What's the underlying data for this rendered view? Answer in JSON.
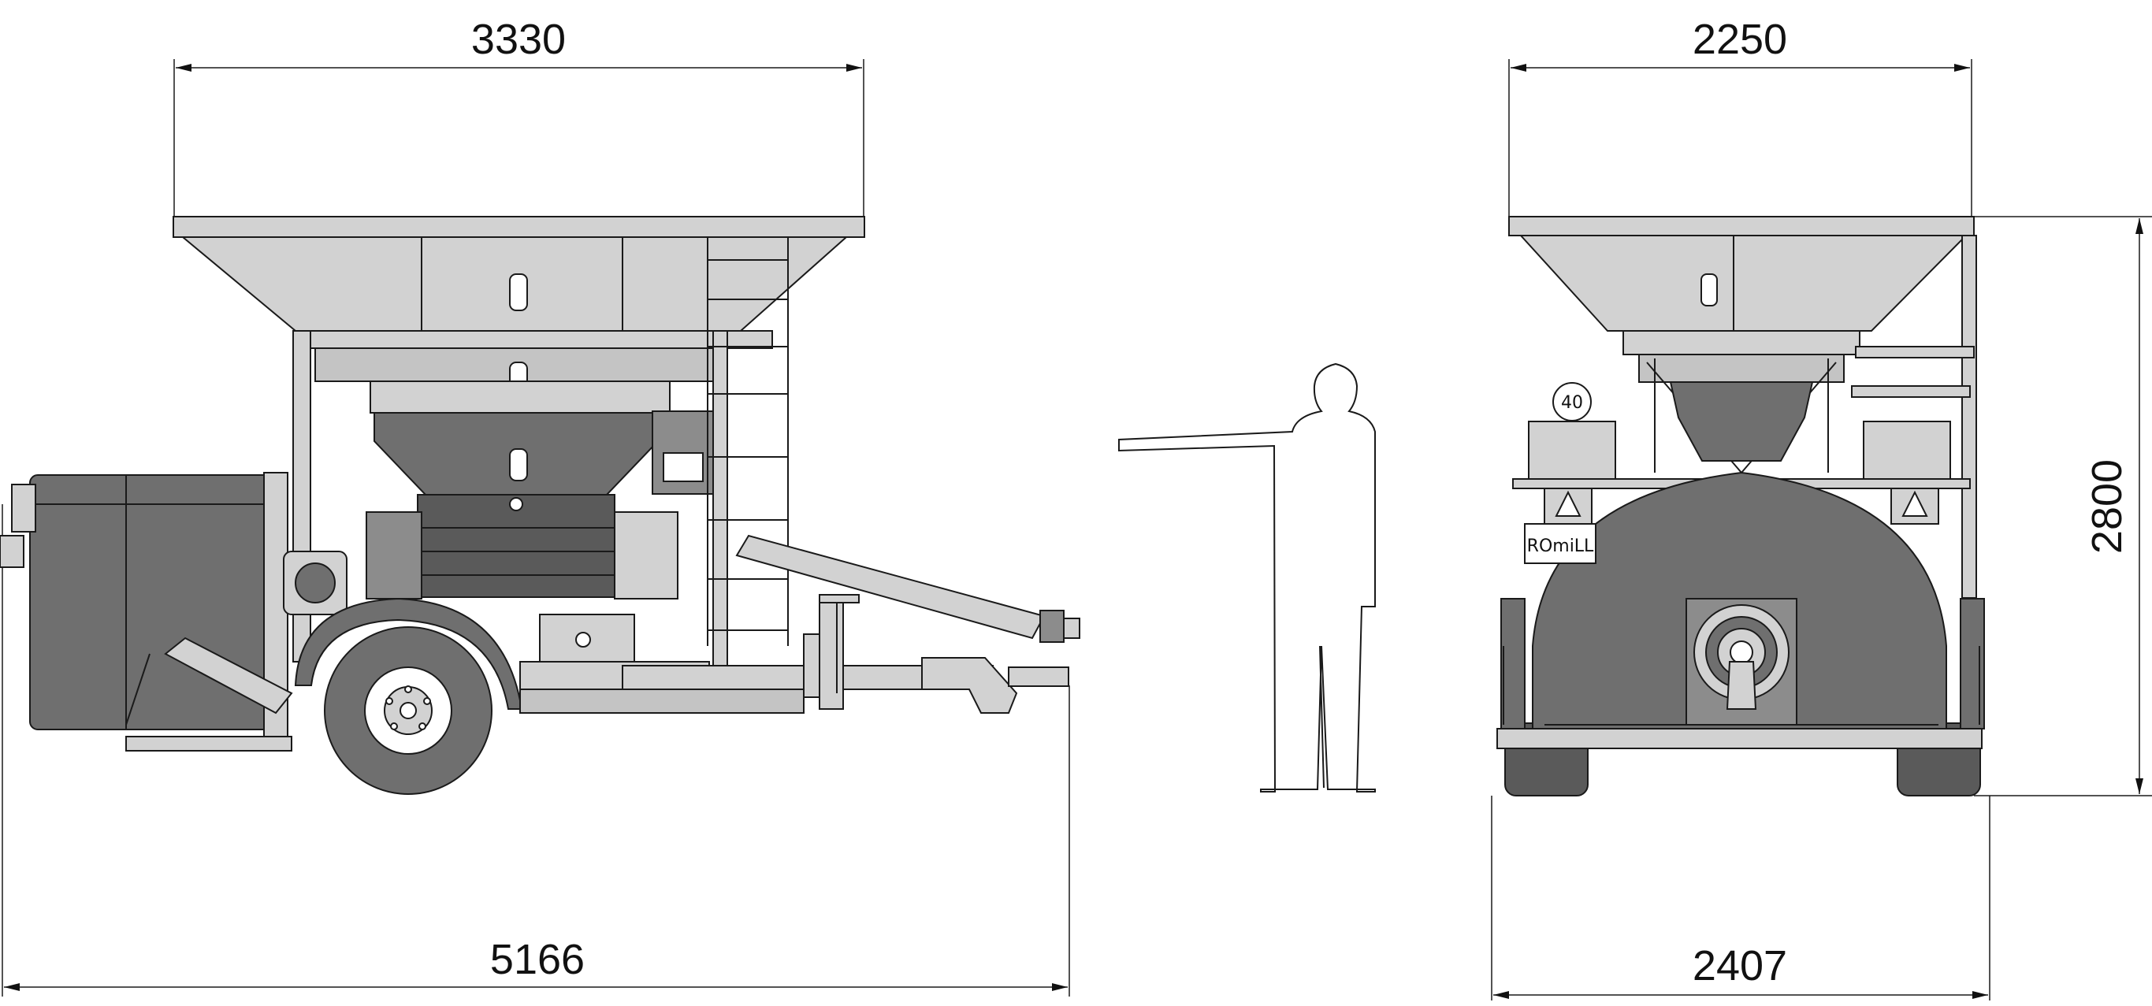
{
  "dimensions": {
    "side_top_width": "3330",
    "side_overall_length": "5166",
    "front_top_width": "2250",
    "front_overall_width": "2407",
    "front_height": "2800"
  },
  "machine": {
    "brand_logo": "ROmiLL",
    "speed_badge": "40"
  },
  "colors": {
    "light_panel": "#d2d2d2",
    "dark_panel": "#6f6f6f",
    "line": "#1a1a1a"
  }
}
